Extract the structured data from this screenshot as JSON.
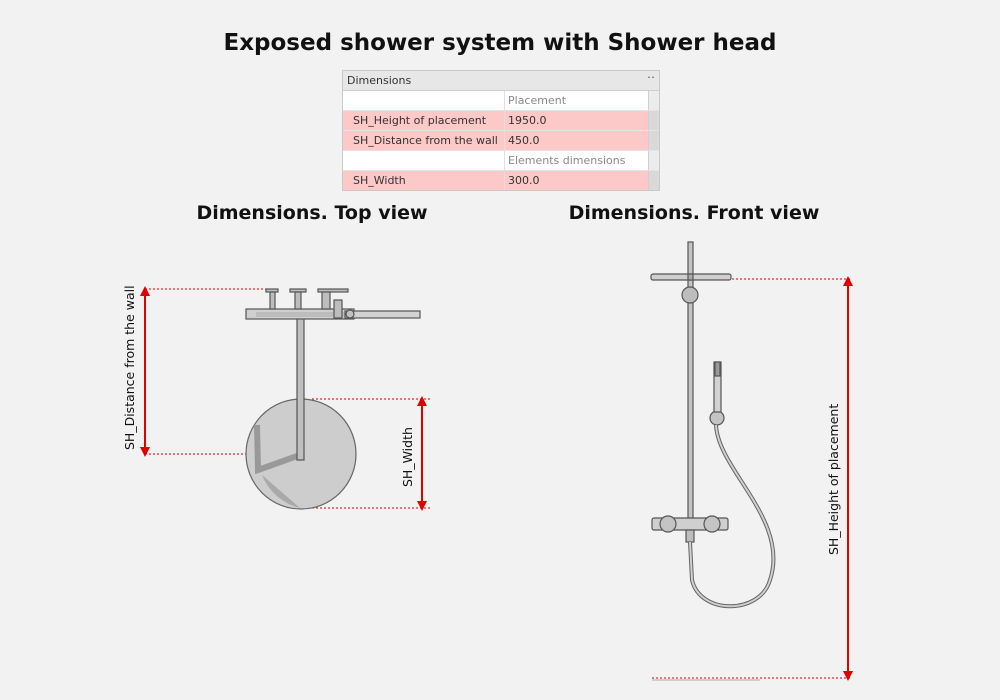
{
  "title": "Exposed shower system with Shower head",
  "panel": {
    "header": "Dimensions",
    "collapse_icon": "chevron-up-icon",
    "rows": [
      {
        "type": "group",
        "name": "",
        "value": "Placement"
      },
      {
        "type": "param",
        "name": "SH_Height of placement",
        "value": "1950.0"
      },
      {
        "type": "param",
        "name": "SH_Distance from the wall",
        "value": "450.0"
      },
      {
        "type": "group",
        "name": "",
        "value": "Elements dimensions"
      },
      {
        "type": "param",
        "name": "SH_Width",
        "value": "300.0"
      }
    ]
  },
  "views": {
    "top": {
      "title": "Dimensions. Top view",
      "distance_label": "SH_Distance from the wall",
      "width_label": "SH_Width"
    },
    "front": {
      "title": "Dimensions. Front view",
      "height_label": "SH_Height of placement"
    }
  },
  "colors": {
    "dimension": "#e00000",
    "fixture_fill": "#c8c8c8",
    "fixture_stroke": "#555555"
  }
}
